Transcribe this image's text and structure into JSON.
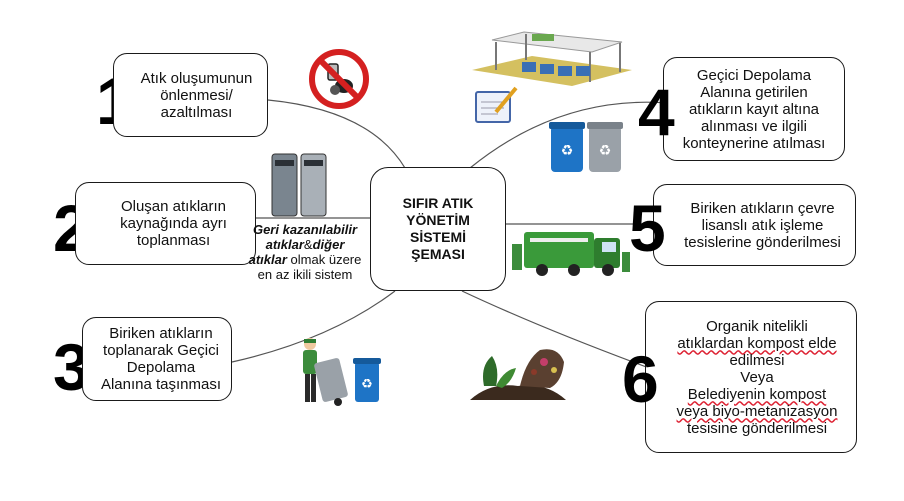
{
  "center": {
    "lines": [
      "SIFIR ATIK",
      "YÖNETİM",
      "SİSTEMİ",
      "ŞEMASI"
    ]
  },
  "steps": [
    {
      "number": "1",
      "lines": [
        "Atık oluşumunun",
        "önlenmesi/",
        "azaltılması"
      ]
    },
    {
      "number": "2",
      "lines": [
        "Oluşan atıkların",
        "kaynağında ayrı",
        "toplanması"
      ]
    },
    {
      "number": "3",
      "lines": [
        "Biriken atıkların",
        "toplanarak Geçici",
        "Depolama",
        "Alanına taşınması"
      ]
    },
    {
      "number": "4",
      "lines": [
        "Geçici Depolama",
        "Alanına getirilen",
        "atıkların kayıt altına",
        "alınması ve ilgili",
        "konteynerine atılması"
      ]
    },
    {
      "number": "5",
      "lines": [
        "Biriken atıkların çevre",
        "lisanslı atık işleme",
        "tesislerine gönderilmesi"
      ]
    },
    {
      "number": "6",
      "lines": [
        "Organik nitelikli",
        "atıklardan kompost elde",
        "edilmesi",
        "Veya",
        "Belediyenin kompost",
        "veya biyo-metanizasyon",
        "tesisine gönderilmesi"
      ]
    }
  ],
  "note": {
    "part1": "Geri kazanılabilir",
    "part2": "atıklar",
    "part3": "&",
    "part4": "diğer",
    "part5": "atıklar",
    "part6": " olmak üzere",
    "part7": "en az ikili sistem"
  },
  "icons": [
    "no-waste-icon",
    "separate-bins-icon",
    "worker-bin-icon",
    "storage-shelter-icon",
    "notepad-icon",
    "recycling-bins-icon",
    "garbage-truck-icon",
    "compost-icon"
  ],
  "colors": {
    "bin_blue": "#1e74c6",
    "bin_grey": "#9aa1a8",
    "truck_green": "#3a9a3a",
    "stroke": "#1a1a1a",
    "no_sign_red": "#d42020"
  }
}
